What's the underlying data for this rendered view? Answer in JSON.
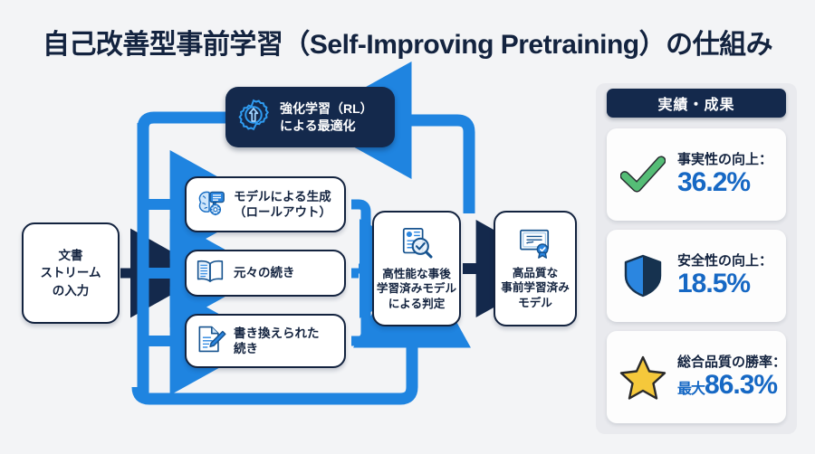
{
  "title": "自己改善型事前学習（Self-Improving Pretraining）の仕組み",
  "colors": {
    "navy": "#14294c",
    "blue_arrow": "#1f84e0",
    "value_blue": "#1668c4",
    "check_green": "#4bb86a",
    "shield_blue": "#1f6fd0",
    "star_yellow": "#f5c83b",
    "background": "#f3f4f6"
  },
  "flow": {
    "input": {
      "label": "文書\nストリーム\nの入力",
      "icon": "document-stream-icon"
    },
    "rl": {
      "label": "強化学習（RL）\nによる最適化",
      "icon": "gear-arrow-icon"
    },
    "branches": [
      {
        "label": "モデルによる生成\n（ロールアウト）",
        "icon": "brain-chat-icon",
        "name": "rollout"
      },
      {
        "label": "元々の続き",
        "icon": "open-book-icon",
        "name": "original-continuation"
      },
      {
        "label": "書き換えられた\n続き",
        "icon": "document-pencil-icon",
        "name": "rewritten-continuation"
      }
    ],
    "judge": {
      "label": "高性能な事後\n学習済みモデル\nによる判定",
      "icon": "document-magnifier-icon"
    },
    "final": {
      "label": "高品質な\n事前学習済み\nモデル",
      "icon": "certificate-icon"
    }
  },
  "results": {
    "header": "実績・成果",
    "items": [
      {
        "icon": "check-icon",
        "label": "事実性の向上：",
        "prefix": "",
        "value": "36.2%"
      },
      {
        "icon": "shield-icon",
        "label": "安全性の向上：",
        "prefix": "",
        "value": "18.5%"
      },
      {
        "icon": "star-icon",
        "label": "総合品質の勝率：",
        "prefix": "最大",
        "value": "86.3%"
      }
    ]
  }
}
